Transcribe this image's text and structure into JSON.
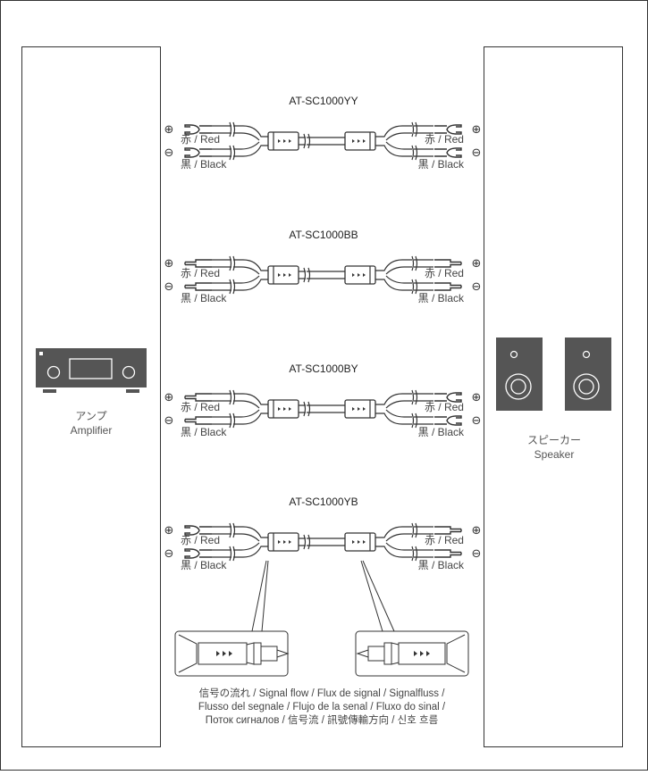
{
  "amplifier": {
    "label_jp": "アンプ",
    "label_en": "Amplifier"
  },
  "speaker": {
    "label_jp": "スピーカー",
    "label_en": "Speaker"
  },
  "cables": [
    {
      "model": "AT-SC1000YY",
      "left_plug": "spade",
      "right_plug": "spade",
      "pos_symbol": "⊕",
      "neg_symbol": "⊖",
      "red_label": "赤 / Red",
      "black_label": "黒 / Black"
    },
    {
      "model": "AT-SC1000BB",
      "left_plug": "banana",
      "right_plug": "banana",
      "pos_symbol": "⊕",
      "neg_symbol": "⊖",
      "red_label": "赤 / Red",
      "black_label": "黒 / Black"
    },
    {
      "model": "AT-SC1000BY",
      "left_plug": "banana",
      "right_plug": "spade",
      "pos_symbol": "⊕",
      "neg_symbol": "⊖",
      "red_label": "赤 / Red",
      "black_label": "黒 / Black"
    },
    {
      "model": "AT-SC1000YB",
      "left_plug": "spade",
      "right_plug": "banana",
      "pos_symbol": "⊕",
      "neg_symbol": "⊖",
      "red_label": "赤 / Red",
      "black_label": "黒 / Black"
    }
  ],
  "caption": [
    "信号の流れ / Signal flow / Flux de signal / Signalfluss /",
    "Flusso del segnale / Flujo de la senal / Fluxo do sinal /",
    "Поток сигналов / 信号流 / 訊號傳輸方向 / 신호 흐름"
  ]
}
